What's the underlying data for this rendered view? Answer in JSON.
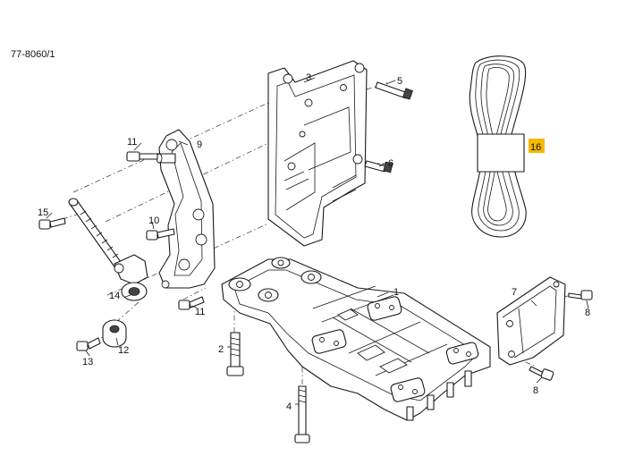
{
  "reference": "77-8060/1",
  "highlight_color": "#f5b800",
  "callouts": {
    "c1": "1",
    "c2": "2",
    "c3": "3",
    "c4": "4",
    "c5": "5",
    "c6": "6",
    "c7": "7",
    "c8a": "8",
    "c8b": "8",
    "c9": "9",
    "c10": "10",
    "c11a": "11",
    "c11b": "11",
    "c12": "12",
    "c13": "13",
    "c14": "14",
    "c15": "15",
    "c16": "16"
  }
}
